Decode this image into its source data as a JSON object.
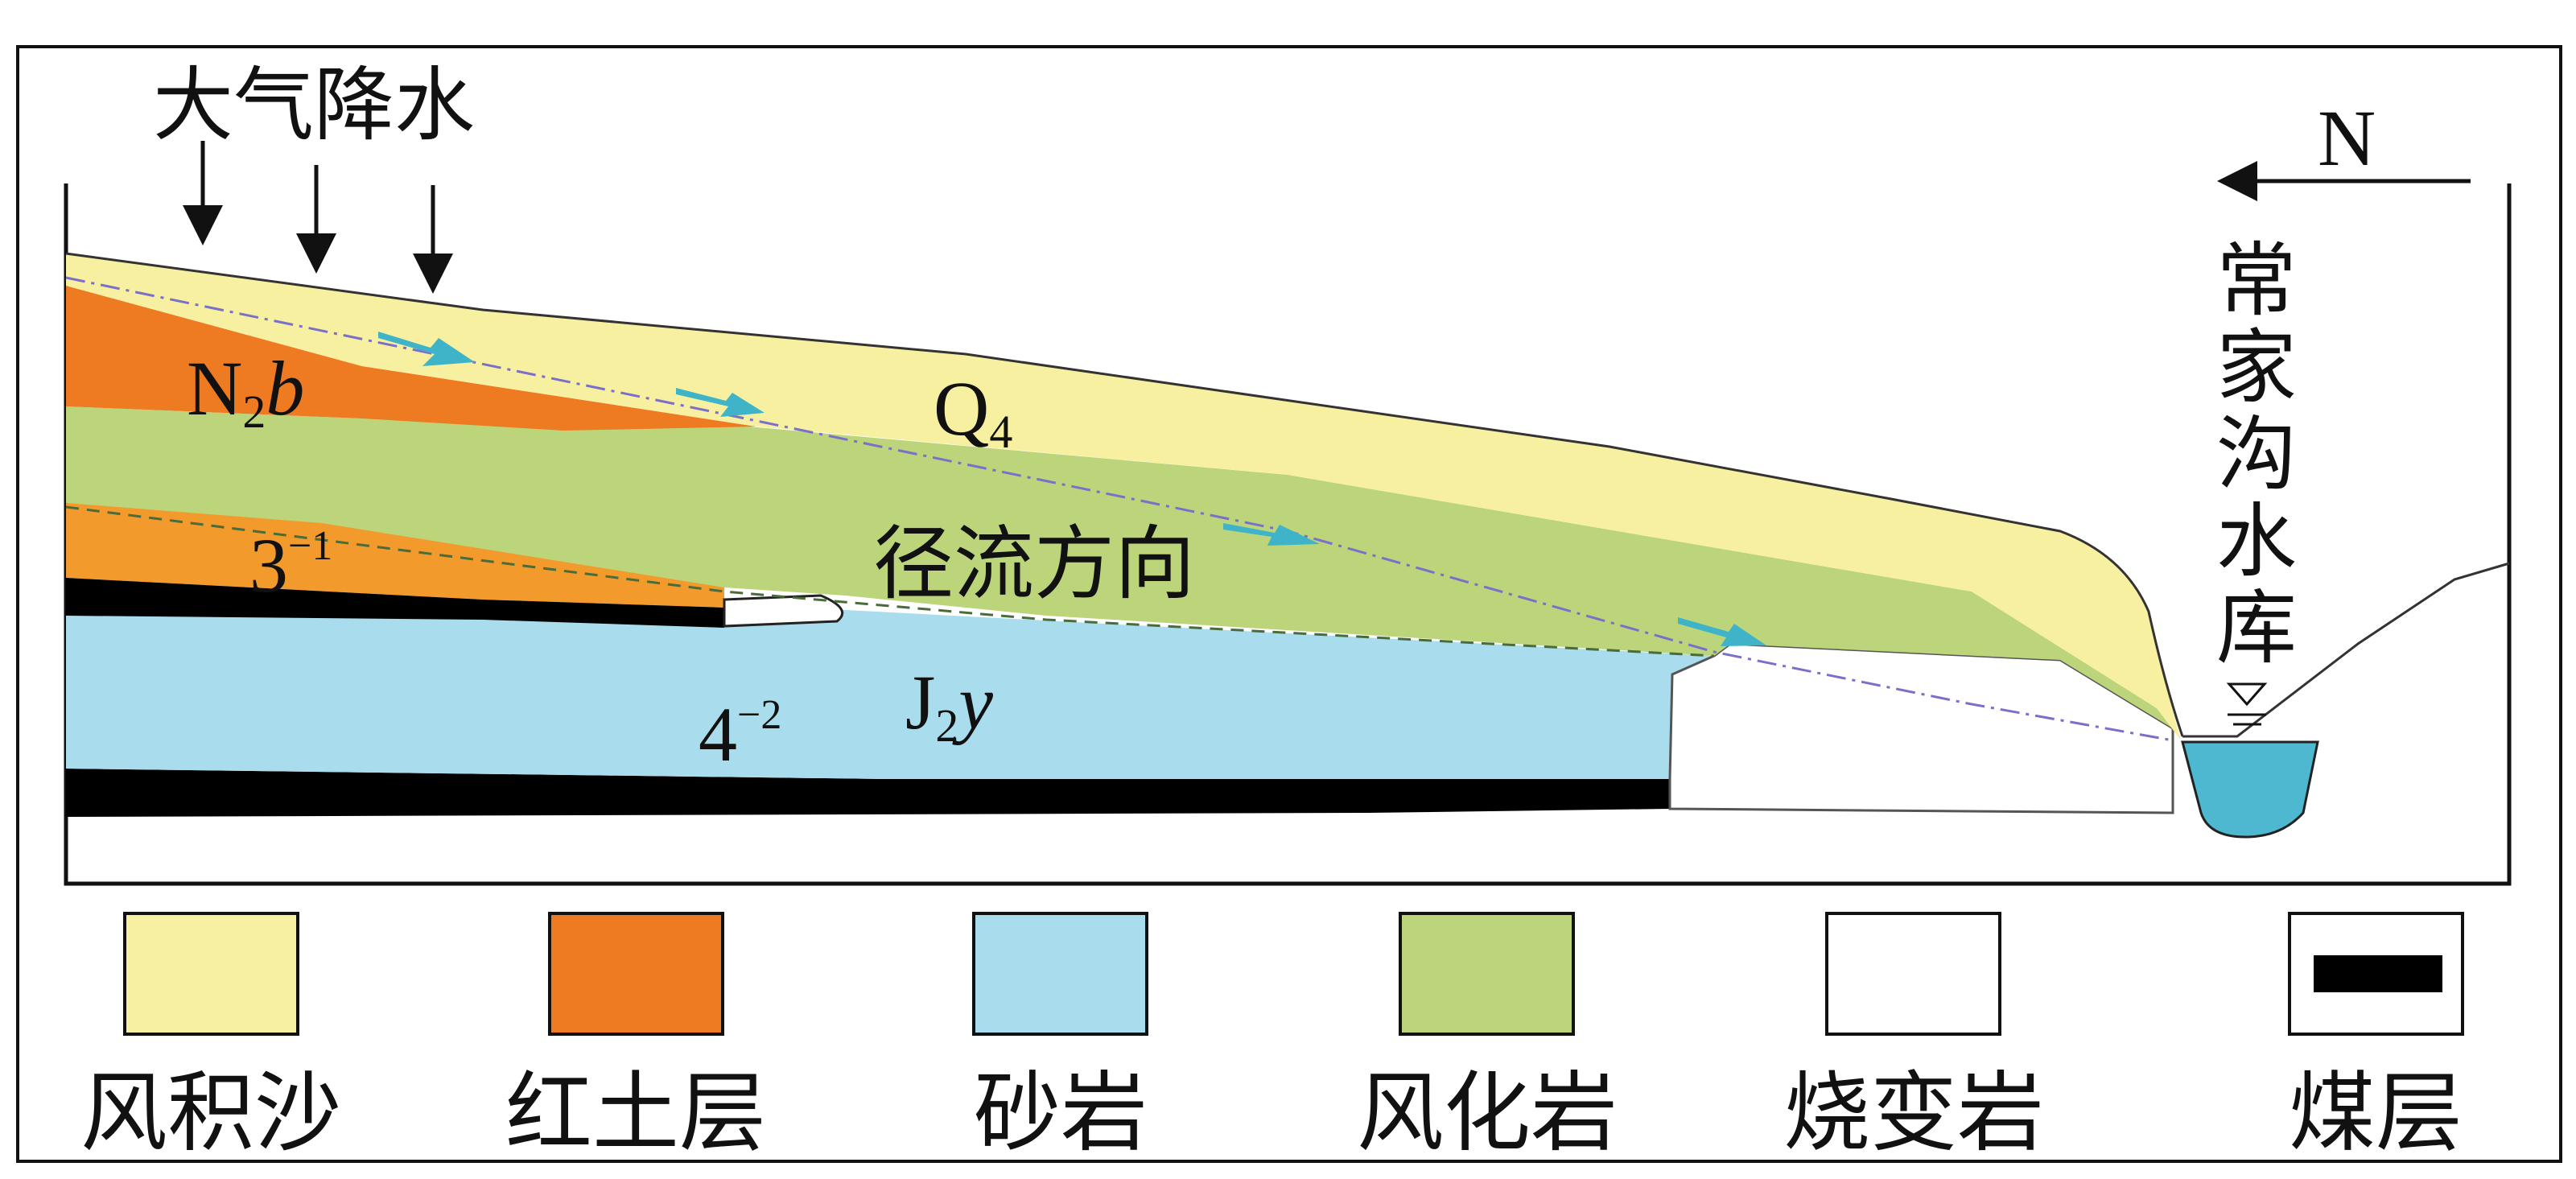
{
  "title": "",
  "annotations": {
    "precipitation": "大气降水",
    "runoff_direction": "径流方向",
    "reservoir_name": "常家沟水库",
    "north": "N"
  },
  "unit_labels": {
    "n2b_main": "N",
    "n2b_sub": "2",
    "n2b_italic": "b",
    "q4_main": "Q",
    "q4_sub": "4",
    "coal3_main": "3",
    "coal3_sup": "−1",
    "coal4_main": "4",
    "coal4_sup": "−2",
    "j2y_main": "J",
    "j2y_sub": "2",
    "j2y_italic": "y"
  },
  "legend": [
    {
      "label": "风积沙",
      "color": "#f7f0a0"
    },
    {
      "label": "红土层",
      "color": "#ee7a22"
    },
    {
      "label": "砂岩",
      "color": "#a9dcec"
    },
    {
      "label": "风化岩",
      "color": "#bcd57a"
    },
    {
      "label": "烧变岩",
      "color": "#ffffff"
    },
    {
      "label": "煤层",
      "color": "#000000"
    }
  ],
  "colors": {
    "aeolian_sand": "#f7f0a0",
    "red_clay": "#ee7a22",
    "orange_layer": "#f29a2c",
    "sandstone": "#a9dcec",
    "weathered_rock": "#bcd57a",
    "burnt_rock": "#ffffff",
    "coal": "#000000",
    "water": "#4db8cf",
    "flow_arrow": "#3fb4c9",
    "water_table_line": "#7b6fc9"
  }
}
